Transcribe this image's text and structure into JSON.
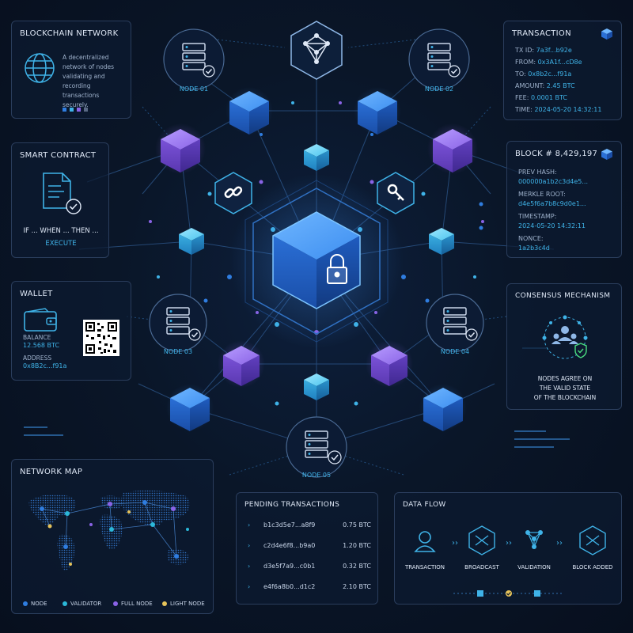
{
  "blockchain_network": {
    "title": "BLOCKCHAIN NETWORK",
    "description": "A decentralized network of nodes validating and recording transactions securely."
  },
  "smart_contract": {
    "title": "SMART CONTRACT",
    "logic": "IF ... WHEN ... THEN ...",
    "action": "EXECUTE"
  },
  "wallet": {
    "title": "WALLET",
    "balance_label": "BALANCE",
    "balance_value": "12.568 BTC",
    "address_label": "ADDRESS",
    "address_value": "0x8B2c...f91a"
  },
  "transaction": {
    "title": "TRANSACTION",
    "rows": [
      {
        "label": "TX ID:",
        "value": "7a3f...b92e"
      },
      {
        "label": "FROM:",
        "value": "0x3A1f...cD8e"
      },
      {
        "label": "TO:",
        "value": "0x8b2c...f91a"
      },
      {
        "label": "AMOUNT:",
        "value": "2.45 BTC"
      },
      {
        "label": "FEE:",
        "value": "0.0001 BTC"
      },
      {
        "label": "TIME:",
        "value": "2024-05-20 14:32:11"
      }
    ]
  },
  "block": {
    "title": "BLOCK # 8,429,197",
    "prev_hash_label": "PREV HASH:",
    "prev_hash_value": "000000a1b2c3d4e5...",
    "merkle_label": "MERKLE ROOT:",
    "merkle_value": "d4e5f6a7b8c9d0e1...",
    "timestamp_label": "TIMESTAMP:",
    "timestamp_value": "2024-05-20 14:32:11",
    "nonce_label": "NONCE:",
    "nonce_value": "1a2b3c4d"
  },
  "consensus": {
    "title": "CONSENSUS MECHANISM",
    "line1": "NODES AGREE ON",
    "line2": "THE VALID STATE",
    "line3": "OF THE BLOCKCHAIN"
  },
  "nodes": {
    "n01": "NODE 01",
    "n02": "NODE 02",
    "n03": "NODE 03",
    "n04": "NODE 04",
    "n05": "NODE 05"
  },
  "network_map": {
    "title": "NETWORK MAP",
    "legend": [
      {
        "label": "NODE",
        "color": "#2f7de0"
      },
      {
        "label": "VALIDATOR",
        "color": "#2bb7d8"
      },
      {
        "label": "FULL NODE",
        "color": "#8a63e6"
      },
      {
        "label": "LIGHT NODE",
        "color": "#e6c35a"
      }
    ]
  },
  "pending": {
    "title": "PENDING TRANSACTIONS",
    "rows": [
      {
        "hash": "b1c3d5e7...a8f9",
        "amount": "0.75 BTC"
      },
      {
        "hash": "c2d4e6f8...b9a0",
        "amount": "1.20 BTC"
      },
      {
        "hash": "d3e5f7a9...c0b1",
        "amount": "0.32 BTC"
      },
      {
        "hash": "e4f6a8b0...d1c2",
        "amount": "2.10 BTC"
      }
    ]
  },
  "data_flow": {
    "title": "DATA FLOW",
    "steps": [
      "TRANSACTION",
      "BROADCAST",
      "VALIDATION",
      "BLOCK ADDED"
    ]
  },
  "colors": {
    "accent_cyan": "#3fb3e8",
    "cube_blue": "#2f7de0",
    "cube_purple": "#8a63e6",
    "background": "#0a1628"
  }
}
